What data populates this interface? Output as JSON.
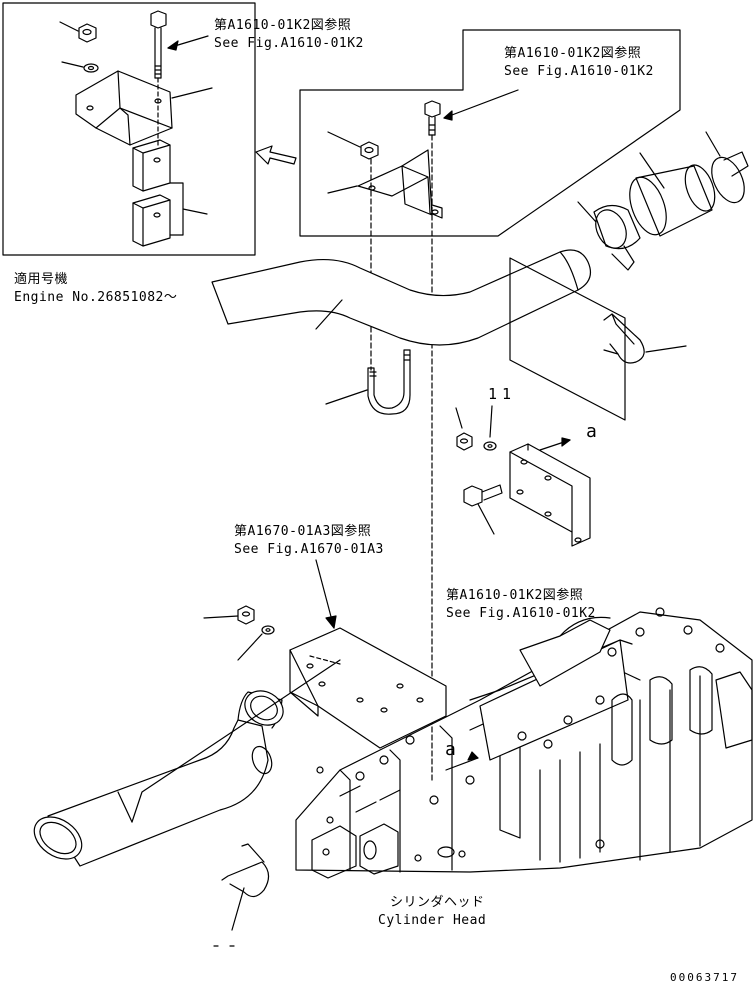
{
  "refs": {
    "top_left_jp": "第A1610-01K2図参照",
    "top_left_en": "See Fig.A1610-01K2",
    "top_right_jp": "第A1610-01K2図参照",
    "top_right_en": "See Fig.A1610-01K2",
    "middle_jp": "第A1670-01A3図参照",
    "middle_en": "See Fig.A1670-01A3",
    "lower_jp": "第A1610-01K2図参照",
    "lower_en": "See Fig.A1610-01K2"
  },
  "engine": {
    "jp": "適用号機",
    "en": "Engine No.26851082～"
  },
  "cylinder": {
    "jp": "シリンダヘッド",
    "en": "Cylinder Head"
  },
  "callouts": {
    "item_11": "11",
    "view_a_upper": "a",
    "view_a_lower": "a"
  },
  "drawing_number": "00063717"
}
